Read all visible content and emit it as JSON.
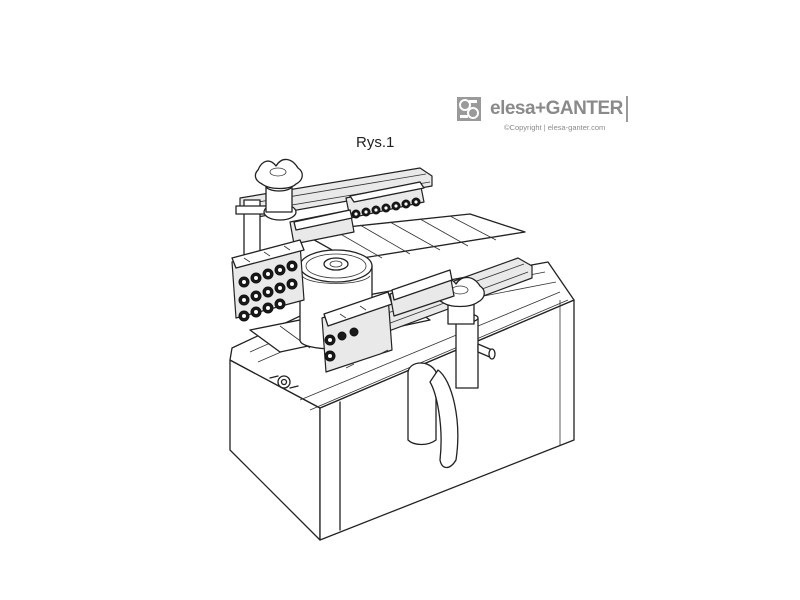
{
  "brand": {
    "name": "elesa+GANTER",
    "copyright": "©Copyright | elesa-ganter.com",
    "color": "#8a8a8a"
  },
  "figure": {
    "label": "Rys.1"
  },
  "icons": {
    "brand_mark": "elesa-ganter-logo-mark",
    "drawing": "conveyor-guide-rail-assembly-illustration"
  }
}
